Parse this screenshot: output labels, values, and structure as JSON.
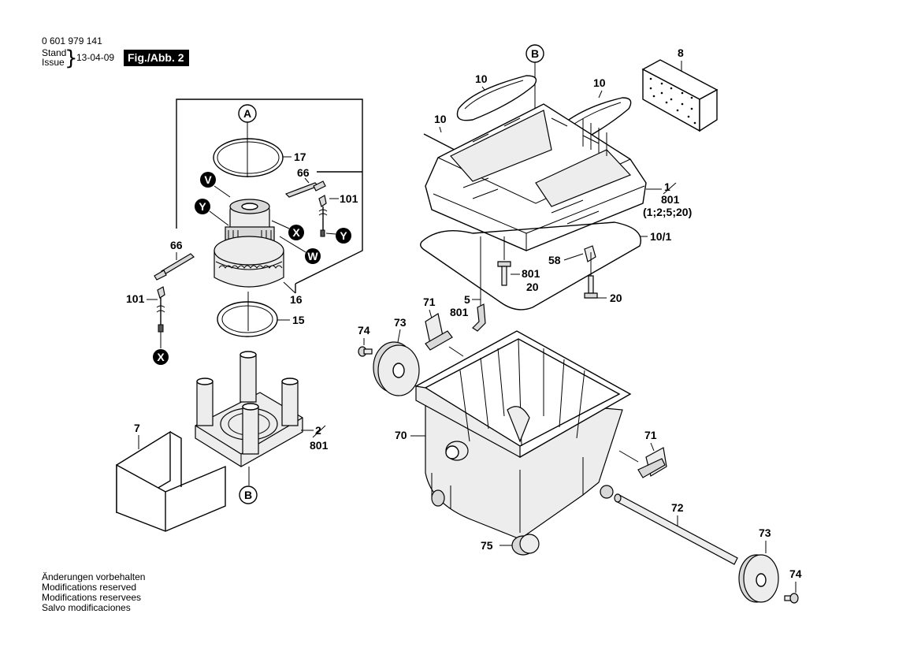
{
  "header": {
    "part_number": "0 601 979 141",
    "stand_label": "Stand",
    "issue_label": "Issue",
    "date": "13-04-09",
    "figure_label": "Fig./Abb. 2"
  },
  "footer": {
    "lines": [
      "Änderungen vorbehalten",
      "Modifications reserved",
      "Modifications reservees",
      "Salvo modificaciones"
    ]
  },
  "callouts": {
    "A": "A",
    "B_top": "B",
    "B_bottom": "B",
    "V": "V",
    "Y_left": "Y",
    "Y_right": "Y",
    "X_mid": "X",
    "X_bottom": "X",
    "W": "W"
  },
  "labels": {
    "p17": "17",
    "p66_top": "66",
    "p101_top": "101",
    "p66_left": "66",
    "p101_left": "101",
    "p16": "16",
    "p15": "15",
    "p7": "7",
    "p2": "2",
    "p801_base": "801",
    "p8": "8",
    "p10_a": "10",
    "p10_b": "10",
    "p10_c": "10",
    "p1": "1",
    "p801_lid": "801",
    "p801_lid_sub": "(1;2;5;20)",
    "p10_1": "10/1",
    "p58": "58",
    "p801_screw": "801",
    "p20_a": "20",
    "p20_b": "20",
    "p5": "5",
    "p801_latch": "801",
    "p71_top": "71",
    "p74_left": "74",
    "p73_left": "73",
    "p70": "70",
    "p71_right": "71",
    "p72": "72",
    "p75": "75",
    "p73_right": "73",
    "p74_right": "74"
  }
}
